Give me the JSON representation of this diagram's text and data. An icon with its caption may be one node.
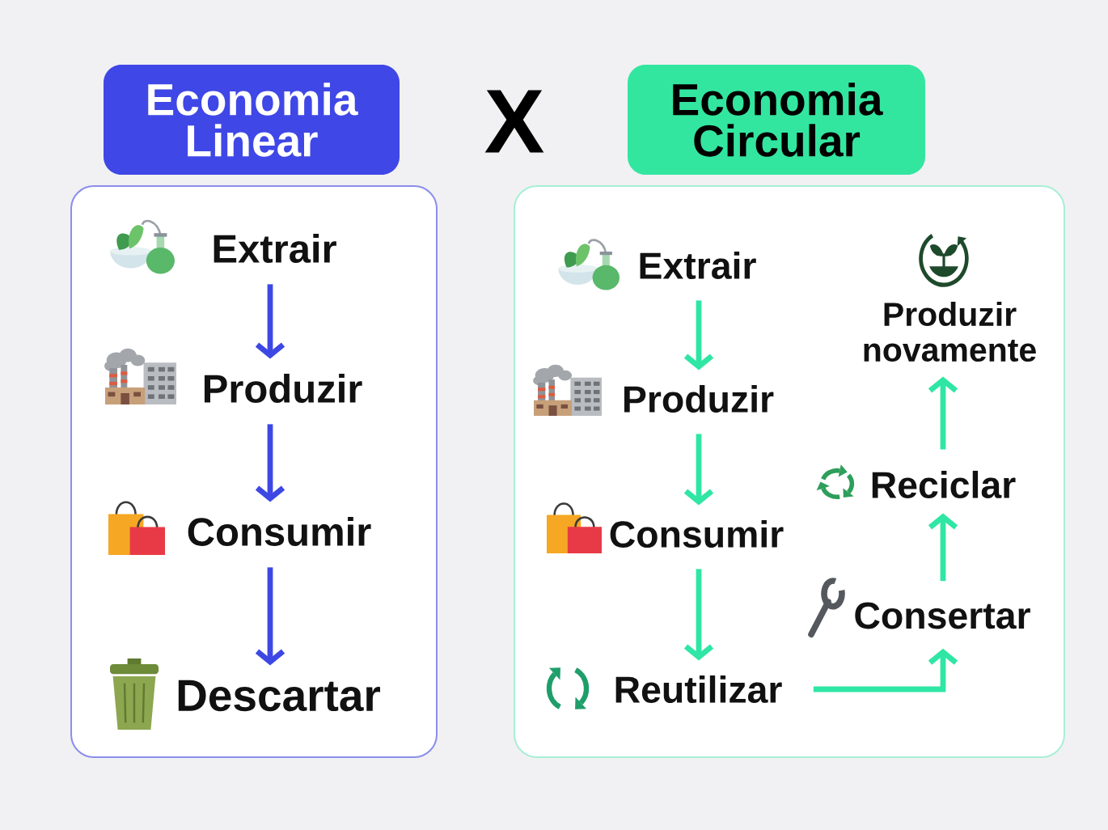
{
  "diagram": {
    "nodes": [
      {
        "text": [
          "Economia Linear"
        ]
      },
      {
        "text": [],
        "shape": "box"
      },
      {
        "text": [
          "Extrair"
        ],
        "in": 1
      },
      {
        "text": [
          "Produzir"
        ],
        "in": 1
      },
      {
        "text": [
          "Consumir"
        ],
        "in": 1
      },
      {
        "text": [
          "Descartar"
        ],
        "in": 1
      },
      {
        "text": [
          "Economia Circular"
        ]
      },
      {
        "text": [],
        "shape": "box"
      },
      {
        "text": [
          "Extrair"
        ],
        "in": 7
      },
      {
        "text": [
          "Produzir"
        ],
        "in": 7
      },
      {
        "text": [
          "Consumir"
        ],
        "in": 7
      },
      {
        "text": [
          "Reutilizar"
        ],
        "in": 7
      },
      {
        "text": [
          "Consertar"
        ],
        "in": 7
      },
      {
        "text": [
          "Reciclar"
        ],
        "in": 7
      },
      {
        "text": [
          "Produzir novamente"
        ],
        "in": 7
      }
    ],
    "edges": [
      {
        "from": 2,
        "to": 3,
        "arrow": "to",
        "color": "#3d48e4"
      },
      {
        "from": 3,
        "to": 4,
        "arrow": "to",
        "color": "#3d48e4"
      },
      {
        "from": 4,
        "to": 5,
        "arrow": "to",
        "color": "#3d48e4"
      },
      {
        "from": 8,
        "to": 9,
        "arrow": "to"
      },
      {
        "from": 9,
        "to": 10,
        "arrow": "to"
      },
      {
        "from": 10,
        "to": 11,
        "arrow": "to"
      },
      {
        "from": 11,
        "to": 12,
        "arrow": "to"
      },
      {
        "from": 12,
        "to": 13,
        "arrow": "to"
      },
      {
        "from": 13,
        "to": 14,
        "arrow": "to"
      }
    ],
    "labels": [
      "X"
    ]
  }
}
